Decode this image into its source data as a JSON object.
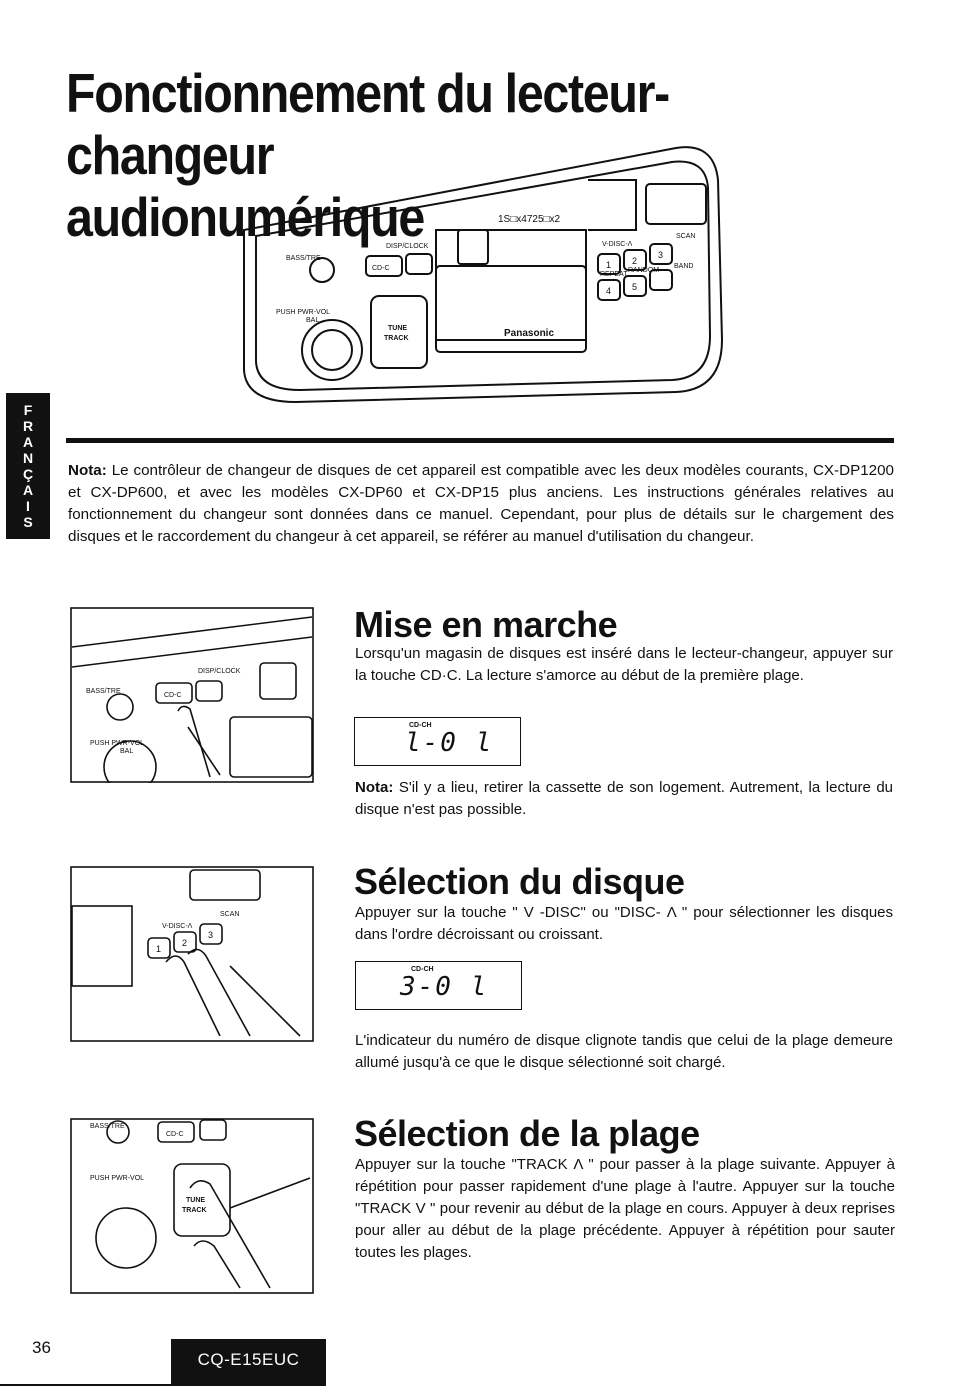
{
  "title": {
    "line1": "Fonctionnement du lecteur-changeur",
    "line2": "audionumérique"
  },
  "side_tab": [
    "F",
    "R",
    "A",
    "N",
    "Ç",
    "A",
    "I",
    "S"
  ],
  "nota": {
    "label": "Nota:",
    "text": " Le contrôleur de changeur de disques de cet appareil est compatible avec les deux modèles courants, CX-DP1200 et CX-DP600, et avec les modèles CX-DP60 et CX-DP15 plus anciens. Les instructions générales relatives au fonctionnement du changeur sont données dans ce manuel. Cependant, pour plus de détails sur le chargement des disques et le raccordement du changeur à cet appareil, se référer au manuel d'utilisation du changeur."
  },
  "illustration_labels": {
    "bass_treble": "BASS/TRE",
    "disp_clock": "DISP/CLOCK",
    "cdc": "CD-C",
    "tune": "TUNE",
    "track": "TRACK",
    "brand": "Panasonic",
    "push_pwr_vol": "PUSH PWR-VOL",
    "bal": "BAL",
    "disc": "V-DISC-Λ",
    "scan": "SCAN",
    "repeat": "REPEAT",
    "random": "RANDOM",
    "band": "BAND",
    "preset_1": "1",
    "preset_2": "2",
    "preset_3": "3",
    "preset_4": "4",
    "preset_5": "5",
    "tape_text": "1S□x4725□x2"
  },
  "sections": [
    {
      "heading": "Mise en marche",
      "para1": "Lorsqu'un magasin de disques est inséré dans le lecteur-changeur, appuyer sur la touche CD·C. La lecture s'amorce au début de la première plage.",
      "lcd_label": "CD-CH",
      "lcd_value": "l-0 l",
      "note_label": "Nota:",
      "note_text": " S'il y a lieu, retirer la cassette de son logement. Autrement, la lecture du disque n'est pas possible."
    },
    {
      "heading": "Sélection du disque",
      "para1": "Appuyer sur la touche \" V -DISC\" ou \"DISC- Λ \" pour sélectionner les disques dans l'ordre décroissant ou croissant.",
      "lcd_label": "CD-CH",
      "lcd_value": "3-0 l",
      "para2": "L'indicateur du numéro de disque clignote tandis que celui de la plage demeure allumé jusqu'à ce que le disque sélectionné soit chargé."
    },
    {
      "heading": "Sélection de la plage",
      "para1": "Appuyer sur la touche \"TRACK Λ \"  pour passer à la plage suivante. Appuyer à répétition pour passer rapidement d'une plage à l'autre. Appuyer sur la touche \"TRACK V \" pour revenir au début de la plage en cours. Appuyer à deux reprises pour aller au début de la plage précédente. Appuyer à répétition pour sauter toutes les plages."
    }
  ],
  "footer": {
    "page_number": "36",
    "model": "CQ-E15EUC"
  }
}
